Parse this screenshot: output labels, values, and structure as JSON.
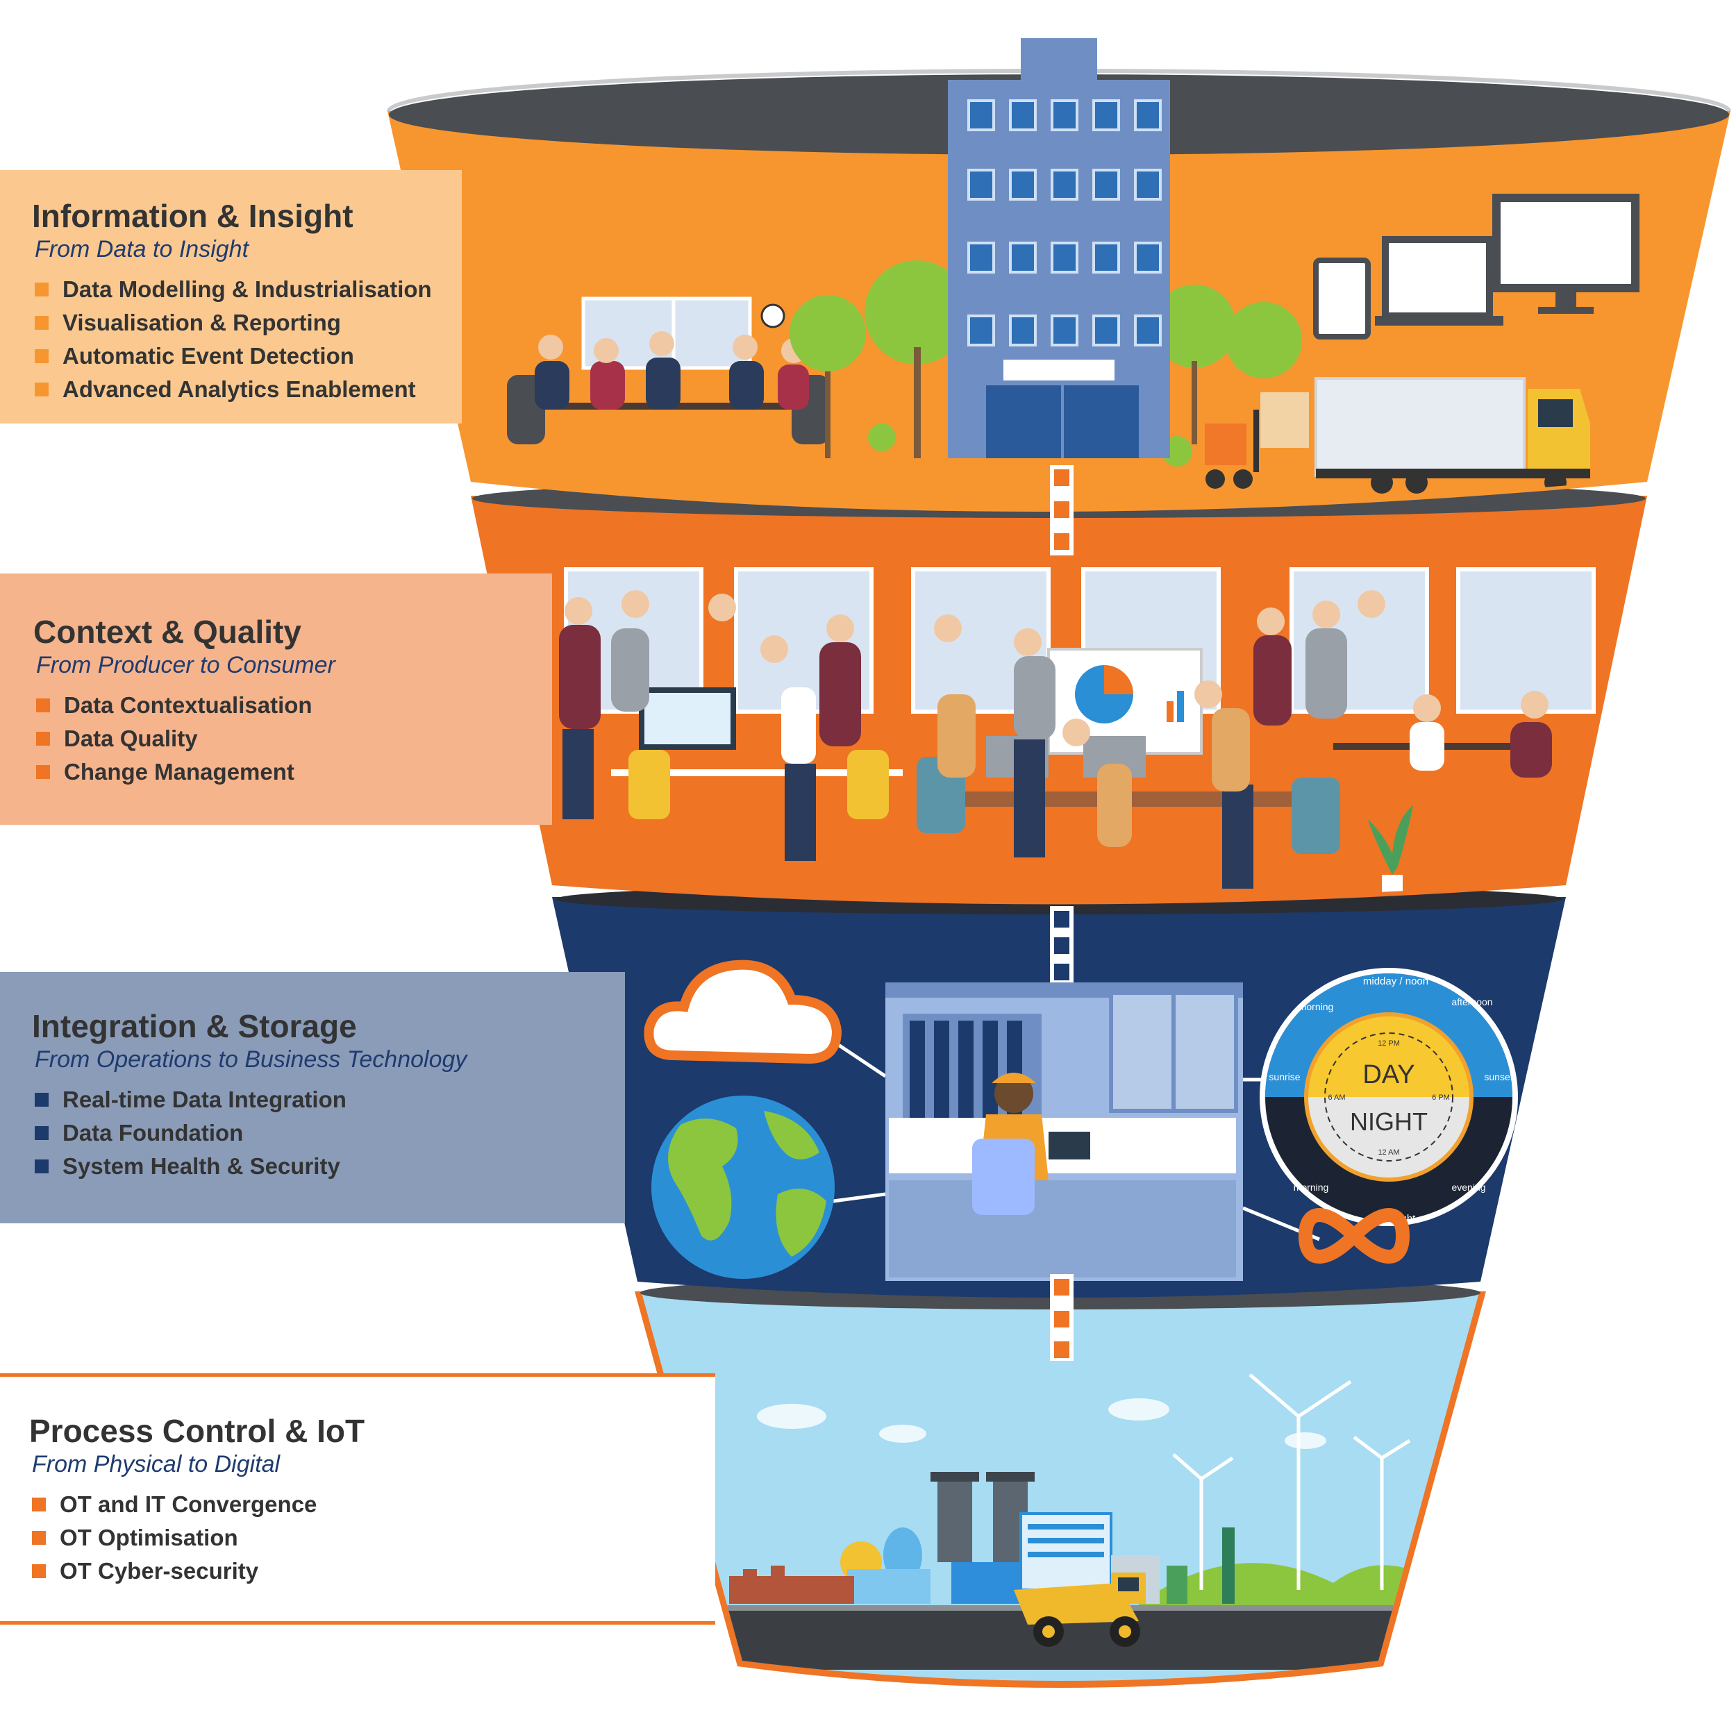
{
  "colors": {
    "tier1": "#f7962f",
    "tier2": "#ef7424",
    "tier3": "#1c3a6b",
    "tier4_border": "#ef7424",
    "rim": "#4a4d52",
    "panel1": "#fbc98f",
    "panel2": "#f6b48c",
    "panel3": "#8a9cb8",
    "panel4": "#ffffff",
    "bullet_orange": "#f7962f",
    "bullet_dark_orange": "#ef7424",
    "bullet_navy": "#1c3a6b"
  },
  "layers": [
    {
      "title": "Information & Insight",
      "subtitle": "From Data to Insight",
      "items": [
        "Data Modelling & Industrialisation",
        "Visualisation & Reporting",
        "Automatic Event Detection",
        "Advanced Analytics Enablement"
      ]
    },
    {
      "title": "Context & Quality",
      "subtitle": "From Producer to Consumer",
      "items": [
        "Data Contextualisation",
        "Data Quality",
        "Change Management"
      ]
    },
    {
      "title": "Integration & Storage",
      "subtitle": "From Operations to Business Technology",
      "items": [
        "Real-time Data Integration",
        "Data Foundation",
        "System Health & Security"
      ]
    },
    {
      "title": "Process Control & IoT",
      "subtitle": "From Physical to Digital",
      "items": [
        "OT and IT Convergence",
        "OT Optimisation",
        "OT Cyber-security"
      ]
    }
  ],
  "clock": {
    "day": "DAY",
    "night": "NIGHT",
    "midday": "midday / noon",
    "afternoon": "afternoon",
    "sunset": "sunset",
    "evening": "evening",
    "midnight": "midnight",
    "morning_top": "morning",
    "morning_bottom": "morning",
    "sunrise": "sunrise",
    "t12pm": "12 PM",
    "t12am": "12 AM",
    "t6am": "6 AM",
    "t6pm": "6 PM"
  },
  "icons": [
    "office-building-icon",
    "meeting-people-icon",
    "devices-icon",
    "truck-icon",
    "forklift-icon",
    "tree-icon",
    "team-office-icon",
    "cloud-icon",
    "globe-icon",
    "server-room-icon",
    "day-night-clock-icon",
    "infinity-icon",
    "factory-icon",
    "wind-turbine-icon",
    "mining-truck-icon"
  ]
}
